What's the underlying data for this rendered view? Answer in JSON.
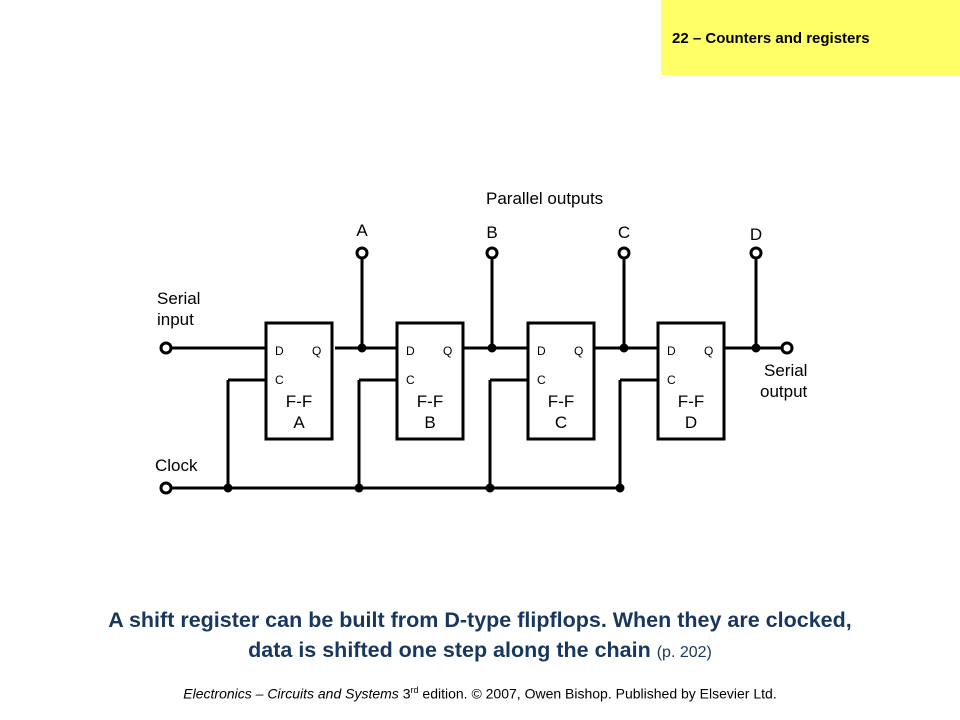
{
  "header": {
    "chapter": "22 – Counters and registers"
  },
  "colors": {
    "header_bg": "#ffff66",
    "caption": "#17375e"
  },
  "diagram": {
    "parallel_outputs_label": "Parallel outputs",
    "serial_input_label": [
      "Serial",
      "input"
    ],
    "serial_output_label": [
      "Serial",
      "output"
    ],
    "clock_label": "Clock",
    "output_labels": [
      "A",
      "B",
      "C",
      "D"
    ],
    "flipflops": [
      {
        "d": "D",
        "q": "Q",
        "c": "C",
        "type": "F-F",
        "name": "A"
      },
      {
        "d": "D",
        "q": "Q",
        "c": "C",
        "type": "F-F",
        "name": "B"
      },
      {
        "d": "D",
        "q": "Q",
        "c": "C",
        "type": "F-F",
        "name": "C"
      },
      {
        "d": "D",
        "q": "Q",
        "c": "C",
        "type": "F-F",
        "name": "D"
      }
    ]
  },
  "caption": {
    "line1": "A shift register can be built from D-type flipflops. When they are clocked,",
    "line2": "data is shifted one step along the chain",
    "ref": "(p. 202)"
  },
  "footer": {
    "title": "Electronics – Circuits and Systems",
    "edition_num": " 3",
    "edition_sup": "rd",
    "rest": " edition. © 2007, Owen Bishop. Published by Elsevier Ltd."
  }
}
